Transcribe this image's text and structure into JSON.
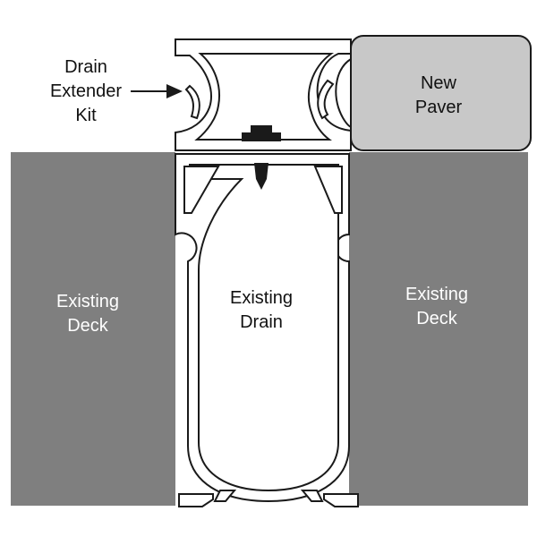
{
  "labels": {
    "drain_extender_kit": [
      "Drain",
      "Extender",
      "Kit"
    ],
    "new_paver": [
      "New",
      "Paver"
    ],
    "existing_deck_left": [
      "Existing",
      "Deck"
    ],
    "existing_drain": [
      "Existing",
      "Drain"
    ],
    "existing_deck_right": [
      "Existing",
      "Deck"
    ]
  },
  "colors": {
    "deck": "#7f7f7f",
    "paver": "#c8c8c8",
    "outline": "#1a1a1a",
    "drain_fill": "#ffffff"
  }
}
